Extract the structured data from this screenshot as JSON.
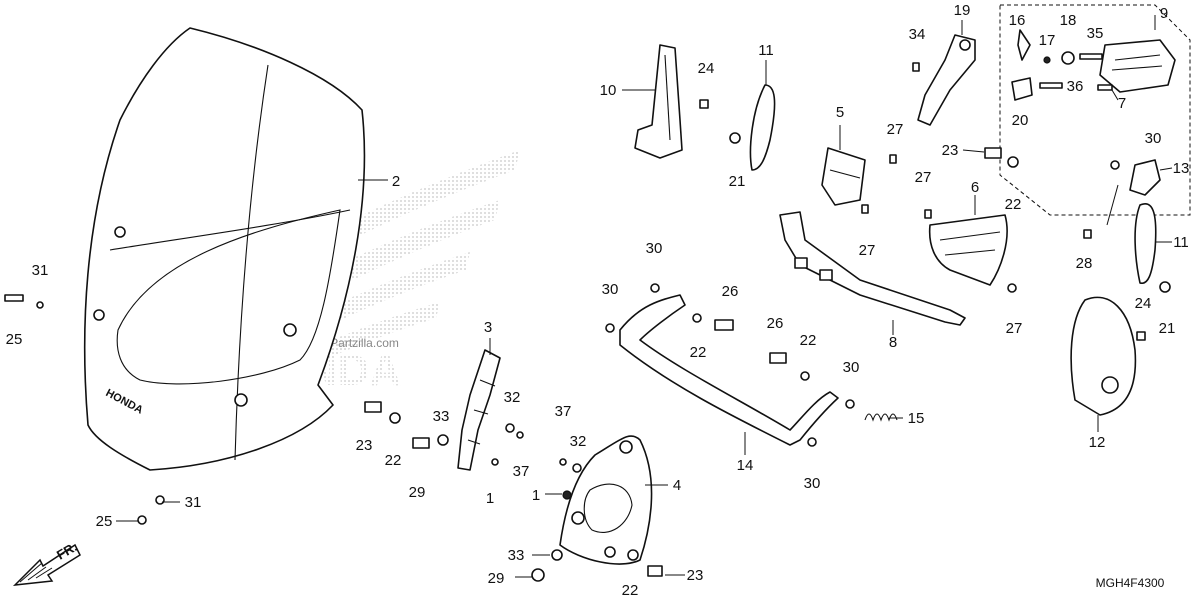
{
  "diagram": {
    "code": "MGH4F4300",
    "watermark": "© Partzilla.com",
    "windscreen_logo": "HONDA",
    "front_arrow": "FR."
  },
  "callouts": [
    {
      "id": "c1a",
      "text": "1"
    },
    {
      "id": "c1b",
      "text": "1"
    },
    {
      "id": "c2",
      "text": "2"
    },
    {
      "id": "c3",
      "text": "3"
    },
    {
      "id": "c4",
      "text": "4"
    },
    {
      "id": "c5",
      "text": "5"
    },
    {
      "id": "c6",
      "text": "6"
    },
    {
      "id": "c7",
      "text": "7"
    },
    {
      "id": "c8",
      "text": "8"
    },
    {
      "id": "c9",
      "text": "9"
    },
    {
      "id": "c10",
      "text": "10"
    },
    {
      "id": "c11a",
      "text": "11"
    },
    {
      "id": "c11b",
      "text": "11"
    },
    {
      "id": "c12",
      "text": "12"
    },
    {
      "id": "c13",
      "text": "13"
    },
    {
      "id": "c14",
      "text": "14"
    },
    {
      "id": "c15",
      "text": "15"
    },
    {
      "id": "c16",
      "text": "16"
    },
    {
      "id": "c17",
      "text": "17"
    },
    {
      "id": "c18",
      "text": "18"
    },
    {
      "id": "c19",
      "text": "19"
    },
    {
      "id": "c20",
      "text": "20"
    },
    {
      "id": "c21a",
      "text": "21"
    },
    {
      "id": "c21b",
      "text": "21"
    },
    {
      "id": "c22a",
      "text": "22"
    },
    {
      "id": "c22b",
      "text": "22"
    },
    {
      "id": "c22c",
      "text": "22"
    },
    {
      "id": "c22d",
      "text": "22"
    },
    {
      "id": "c22e",
      "text": "22"
    },
    {
      "id": "c23a",
      "text": "23"
    },
    {
      "id": "c23b",
      "text": "23"
    },
    {
      "id": "c23c",
      "text": "23"
    },
    {
      "id": "c24a",
      "text": "24"
    },
    {
      "id": "c24b",
      "text": "24"
    },
    {
      "id": "c25a",
      "text": "25"
    },
    {
      "id": "c25b",
      "text": "25"
    },
    {
      "id": "c26a",
      "text": "26"
    },
    {
      "id": "c26b",
      "text": "26"
    },
    {
      "id": "c27a",
      "text": "27"
    },
    {
      "id": "c27b",
      "text": "27"
    },
    {
      "id": "c27c",
      "text": "27"
    },
    {
      "id": "c27d",
      "text": "27"
    },
    {
      "id": "c28",
      "text": "28"
    },
    {
      "id": "c29a",
      "text": "29"
    },
    {
      "id": "c29b",
      "text": "29"
    },
    {
      "id": "c30a",
      "text": "30"
    },
    {
      "id": "c30b",
      "text": "30"
    },
    {
      "id": "c30c",
      "text": "30"
    },
    {
      "id": "c30d",
      "text": "30"
    },
    {
      "id": "c30e",
      "text": "30"
    },
    {
      "id": "c31a",
      "text": "31"
    },
    {
      "id": "c31b",
      "text": "31"
    },
    {
      "id": "c32a",
      "text": "32"
    },
    {
      "id": "c32b",
      "text": "32"
    },
    {
      "id": "c33a",
      "text": "33"
    },
    {
      "id": "c33b",
      "text": "33"
    },
    {
      "id": "c34",
      "text": "34"
    },
    {
      "id": "c35",
      "text": "35"
    },
    {
      "id": "c36",
      "text": "36"
    },
    {
      "id": "c37a",
      "text": "37"
    },
    {
      "id": "c37b",
      "text": "37"
    }
  ]
}
